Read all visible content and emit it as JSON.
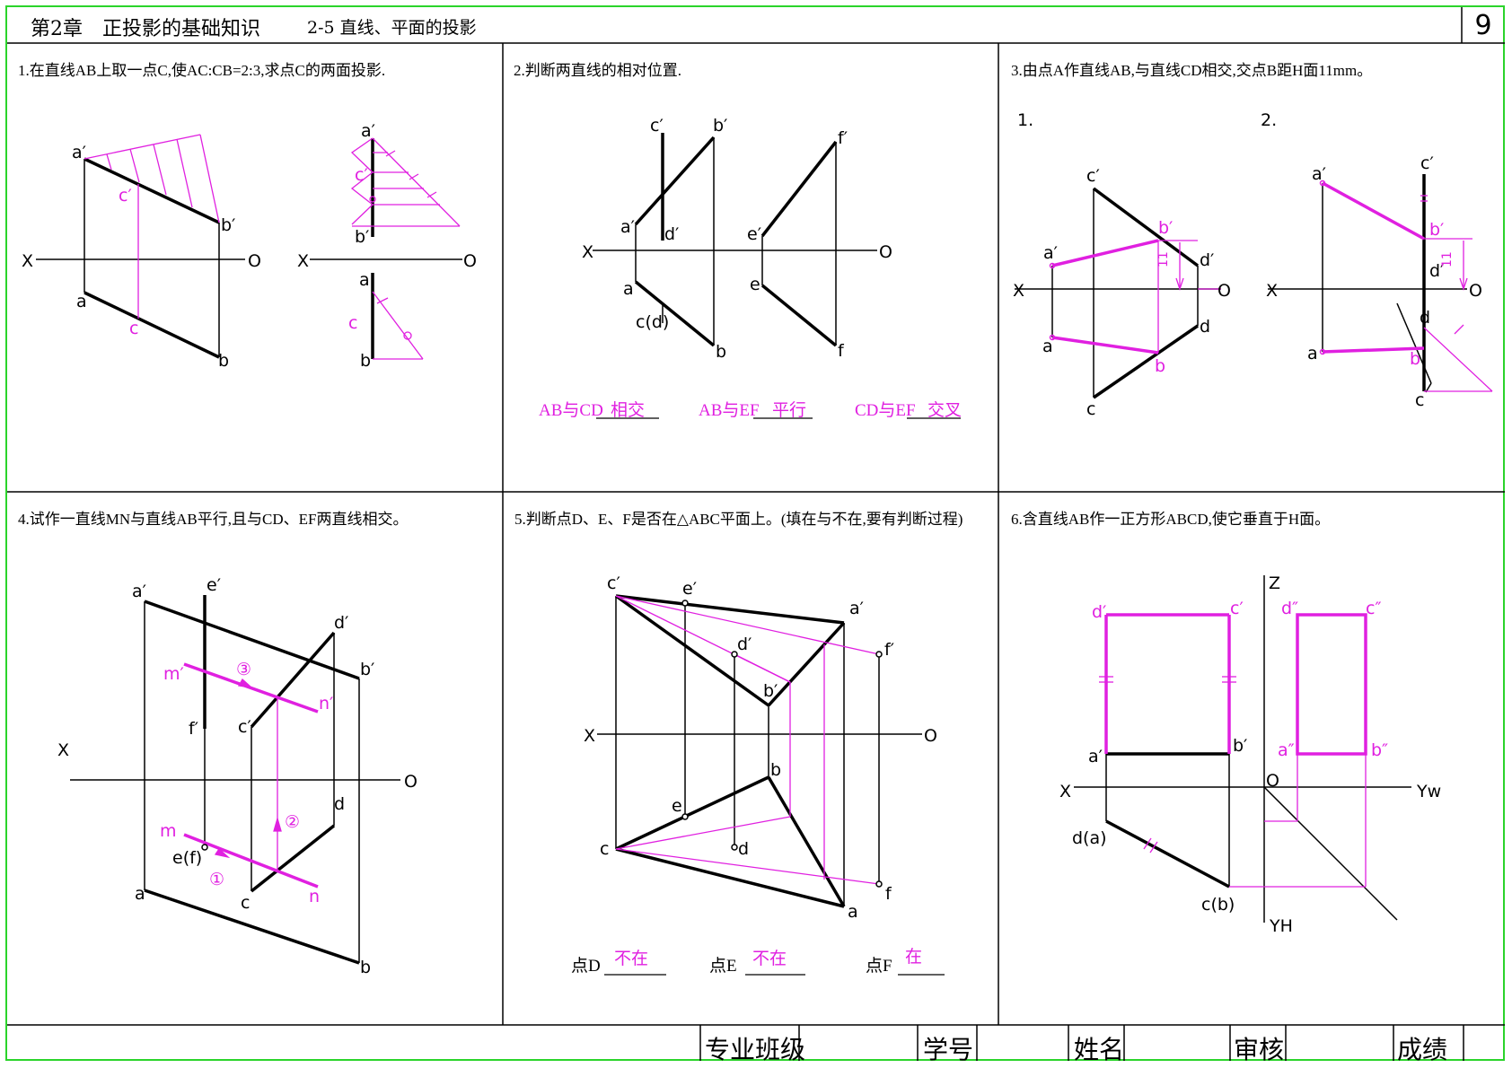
{
  "header": {
    "chapter": "第2章　正投影的基础知识",
    "section": "2-5 直线、平面的投影",
    "page_number": "9"
  },
  "questions": {
    "q1": "1.在直线AB上取一点C,使AC:CB=2:3,求点C的两面投影.",
    "q2": "2.判断两直线的相对位置.",
    "q3": "3.由点A作直线AB,与直线CD相交,交点B距H面11mm。",
    "q4": "4.试作一直线MN与直线AB平行,且与CD、EF两直线相交。",
    "q5": "5.判断点D、E、F是否在△ABC平面上。(填在与不在,要有判断过程)",
    "q6": "6.含直线AB作一正方形ABCD,使它垂直于H面。"
  },
  "q2_answers": {
    "ab_cd_label": "AB与CD",
    "ab_cd_value": "相交",
    "ab_ef_label": "AB与EF",
    "ab_ef_value": "平行",
    "cd_ef_label": "CD与EF",
    "cd_ef_value": "交叉"
  },
  "q3_sub": {
    "part1": "1.",
    "part2": "2."
  },
  "q5_answers": {
    "d_label": "点D",
    "d_value": "不在",
    "e_label": "点E",
    "e_value": "不在",
    "f_label": "点F",
    "f_value": "在"
  },
  "footer": {
    "major_class": "专业班级",
    "student_no": "学号",
    "name": "姓名",
    "review": "审核",
    "grade": "成绩"
  },
  "labels": {
    "x": "X",
    "o": "O",
    "z": "Z",
    "yw": "Yw",
    "yh": "YH",
    "eleven": "11",
    "a1": "a′",
    "b1": "b′",
    "c1": "c′",
    "d1": "d′",
    "e1": "e′",
    "f1": "f′",
    "m1": "m′",
    "n1": "n′",
    "a": "a",
    "b": "b",
    "c": "c",
    "d": "d",
    "e": "e",
    "f": "f",
    "m": "m",
    "n": "n",
    "cd": "c(d)",
    "ef": "e(f)",
    "da": "d(a)",
    "cb": "c(b)",
    "a2": "a″",
    "b2": "b″",
    "c2": "c″",
    "d2": "d″",
    "s1": "①",
    "s2": "②",
    "s3": "③"
  },
  "colors": {
    "accent": "#e020e0",
    "frame": "#2bd42b",
    "ink": "#000000"
  }
}
